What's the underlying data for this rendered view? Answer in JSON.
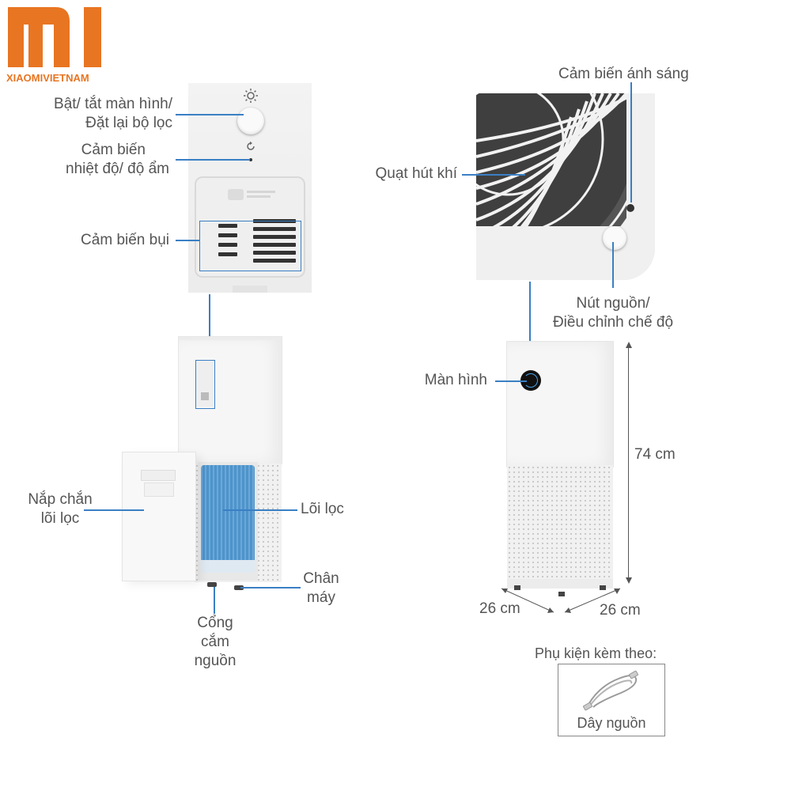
{
  "brand": {
    "logo_letters": "MI",
    "site": "XIAOMIVIETNAM",
    "accent_color": "#e87522"
  },
  "left_labels": {
    "power_screen": [
      "Bật/ tắt màn hình/",
      "Đặt lại bộ lọc"
    ],
    "temp_humidity": [
      "Cảm biến",
      "nhiệt độ/ độ ẩm"
    ],
    "dust_sensor": "Cảm biến bụi",
    "filter_cover": [
      "Nắp chắn",
      "lõi lọc"
    ],
    "filter_core": "Lõi lọc",
    "feet": [
      "Chân",
      "máy"
    ],
    "power_port": [
      "Cổng",
      "cắm",
      "nguồn"
    ]
  },
  "right_labels": {
    "light_sensor": "Cảm biến ánh sáng",
    "intake_fan": "Quạt hút khí",
    "power_mode_button": [
      "Nút nguồn/",
      "Điều chỉnh chế độ"
    ],
    "display": "Màn hình",
    "height": "74 cm",
    "depth": "26 cm",
    "width": "26 cm"
  },
  "accessory": {
    "title": "Phụ kiện kèm theo:",
    "item": "Dây nguồn"
  },
  "icons": {
    "brightness": "sun-icon",
    "reset": "refresh-icon",
    "cable": "power-cable-icon"
  },
  "colors": {
    "callout_line": "#3a7fc4",
    "filter_blue": "#4d94cc",
    "text": "#555555"
  }
}
